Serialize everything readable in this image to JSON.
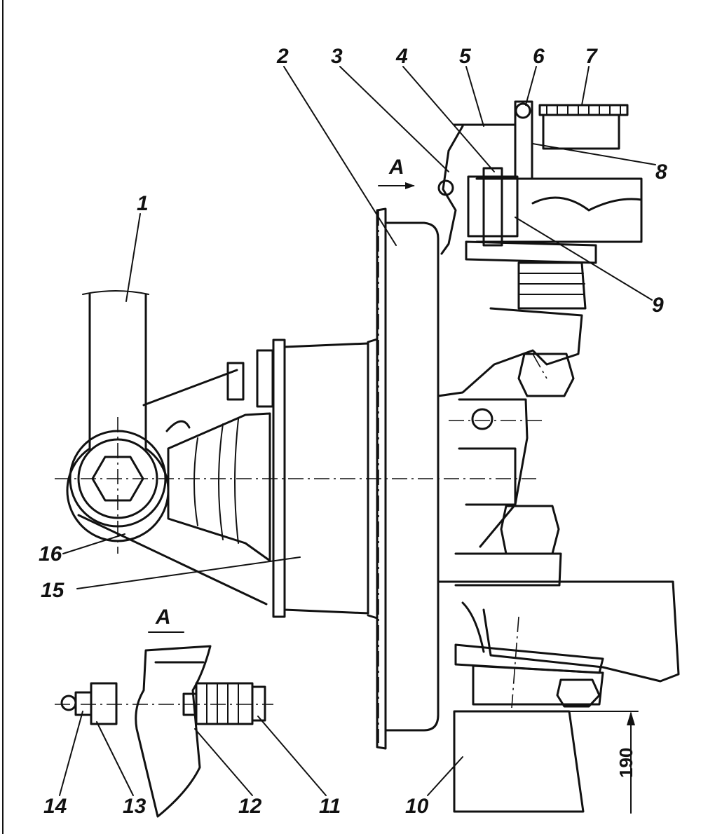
{
  "callouts": [
    "1",
    "2",
    "3",
    "4",
    "5",
    "6",
    "7",
    "8",
    "9",
    "10",
    "11",
    "12",
    "13",
    "14",
    "15",
    "16"
  ],
  "section_label": "A",
  "inset_label": "A",
  "dimension_value": "190",
  "colors": {
    "ink": "#111111",
    "paper": "#ffffff"
  }
}
